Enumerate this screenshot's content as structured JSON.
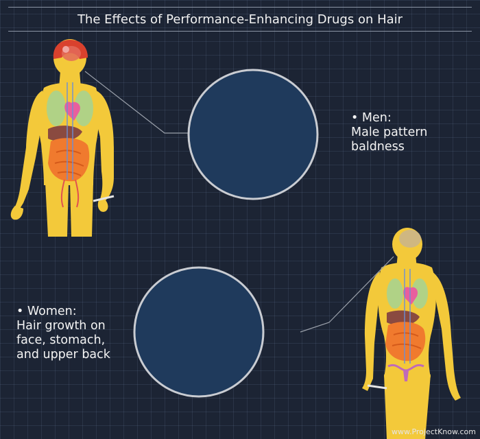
{
  "title": "The Effects of Performance-Enhancing Drugs on Hair",
  "men": {
    "heading": "• Men:",
    "lines": [
      "Male pattern",
      "baldness"
    ]
  },
  "women": {
    "heading": "• Women:",
    "lines": [
      "Hair growth on",
      "face, stomach,",
      "and upper back"
    ]
  },
  "credit": "www.ProjectKnow.com",
  "colors": {
    "background": "#1c2434",
    "circle_fill": "#1f3a5c",
    "circle_stroke": "#c9ccd2",
    "skin": "#f3c93a",
    "baldness_highlight": "#d9412d"
  }
}
